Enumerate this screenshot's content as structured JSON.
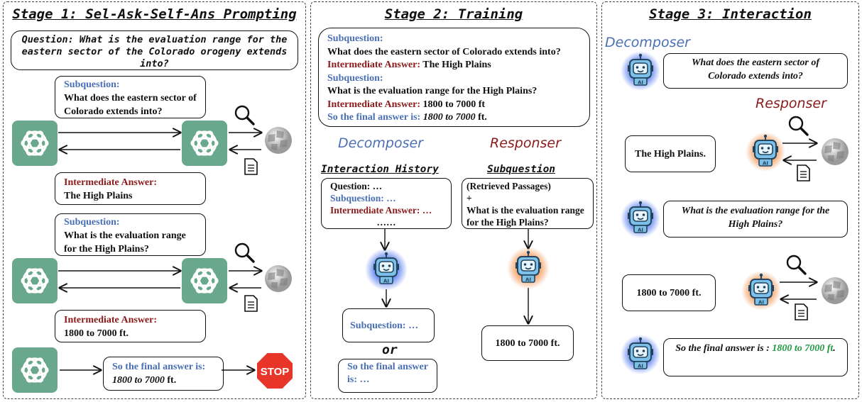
{
  "stage1": {
    "title": "Stage 1: Sel-Ask-Self-Ans Prompting",
    "question": "Question: What is the evaluation range for the eastern sector of the Colorado orogeny extends into?",
    "sub1_label": "Subquestion:",
    "sub1_text": "What does the eastern sector of Colorado extends into?",
    "ia1_label": "Intermediate Answer:",
    "ia1_text": "The High Plains",
    "sub2_label": "Subquestion:",
    "sub2_text": "What is the evaluation range for the High Plains?",
    "ia2_label": "Intermediate Answer:",
    "ia2_text": "1800 to 7000 ft.",
    "final_label": "So the final answer is:",
    "final_value": "1800 to 7000",
    "final_unit": " ft.",
    "stop_text": "STOP"
  },
  "stage2": {
    "title": "Stage 2: Training",
    "example": {
      "sub1_label": "Subquestion:",
      "sub1_text": "What does the eastern sector of Colorado extends into?",
      "ia1_label": "Intermediate Answer:",
      "ia1_text": " The High Plains",
      "sub2_label": "Subquestion:",
      "sub2_text": "What is the evaluation range for the High Plains?",
      "ia2_label": "Intermediate Answer:",
      "ia2_text": " 1800 to 7000 ft",
      "final_label": "So the final answer is:",
      "final_value": " 1800 to 7000",
      "final_unit": " ft."
    },
    "decomposer": "Decomposer",
    "responser": "Responser",
    "history_heading": "Interaction History",
    "history_question": "Question: …",
    "history_sub": "Subquestion: …",
    "history_ia": "Intermediate Answer: …",
    "history_dots": "……",
    "subq_heading": "Subquestion",
    "retrieved": "(Retrieved Passages)",
    "plus": "+",
    "subq_text": "What is the evaluation range for the High Plains?",
    "out_sub": "Subquestion: …",
    "or": "or",
    "out_final": "So the final answer is: …",
    "resp_out": "1800 to 7000 ft."
  },
  "stage3": {
    "title": "Stage 3: Interaction",
    "decomposer": "Decomposer",
    "responser": "Responser",
    "q1": "What does the eastern sector of Colorado extends into?",
    "a1": "The High Plains.",
    "q2": "What is the evaluation range for the High Plains?",
    "a2": "1800 to 7000 ft.",
    "final_prefix": "So the final answer is : ",
    "final_value": "1800 to 7000 ft",
    "final_end": "."
  },
  "colors": {
    "blue": "#4a6fb5",
    "red": "#8b1a1a",
    "green": "#1f9a45",
    "gpt": "#6aa88e",
    "stop": "#e8352a"
  },
  "icons": [
    "openai-logo-icon",
    "magnifier-icon",
    "wikipedia-globe-icon",
    "document-icon",
    "stop-sign-icon",
    "robot-icon"
  ]
}
